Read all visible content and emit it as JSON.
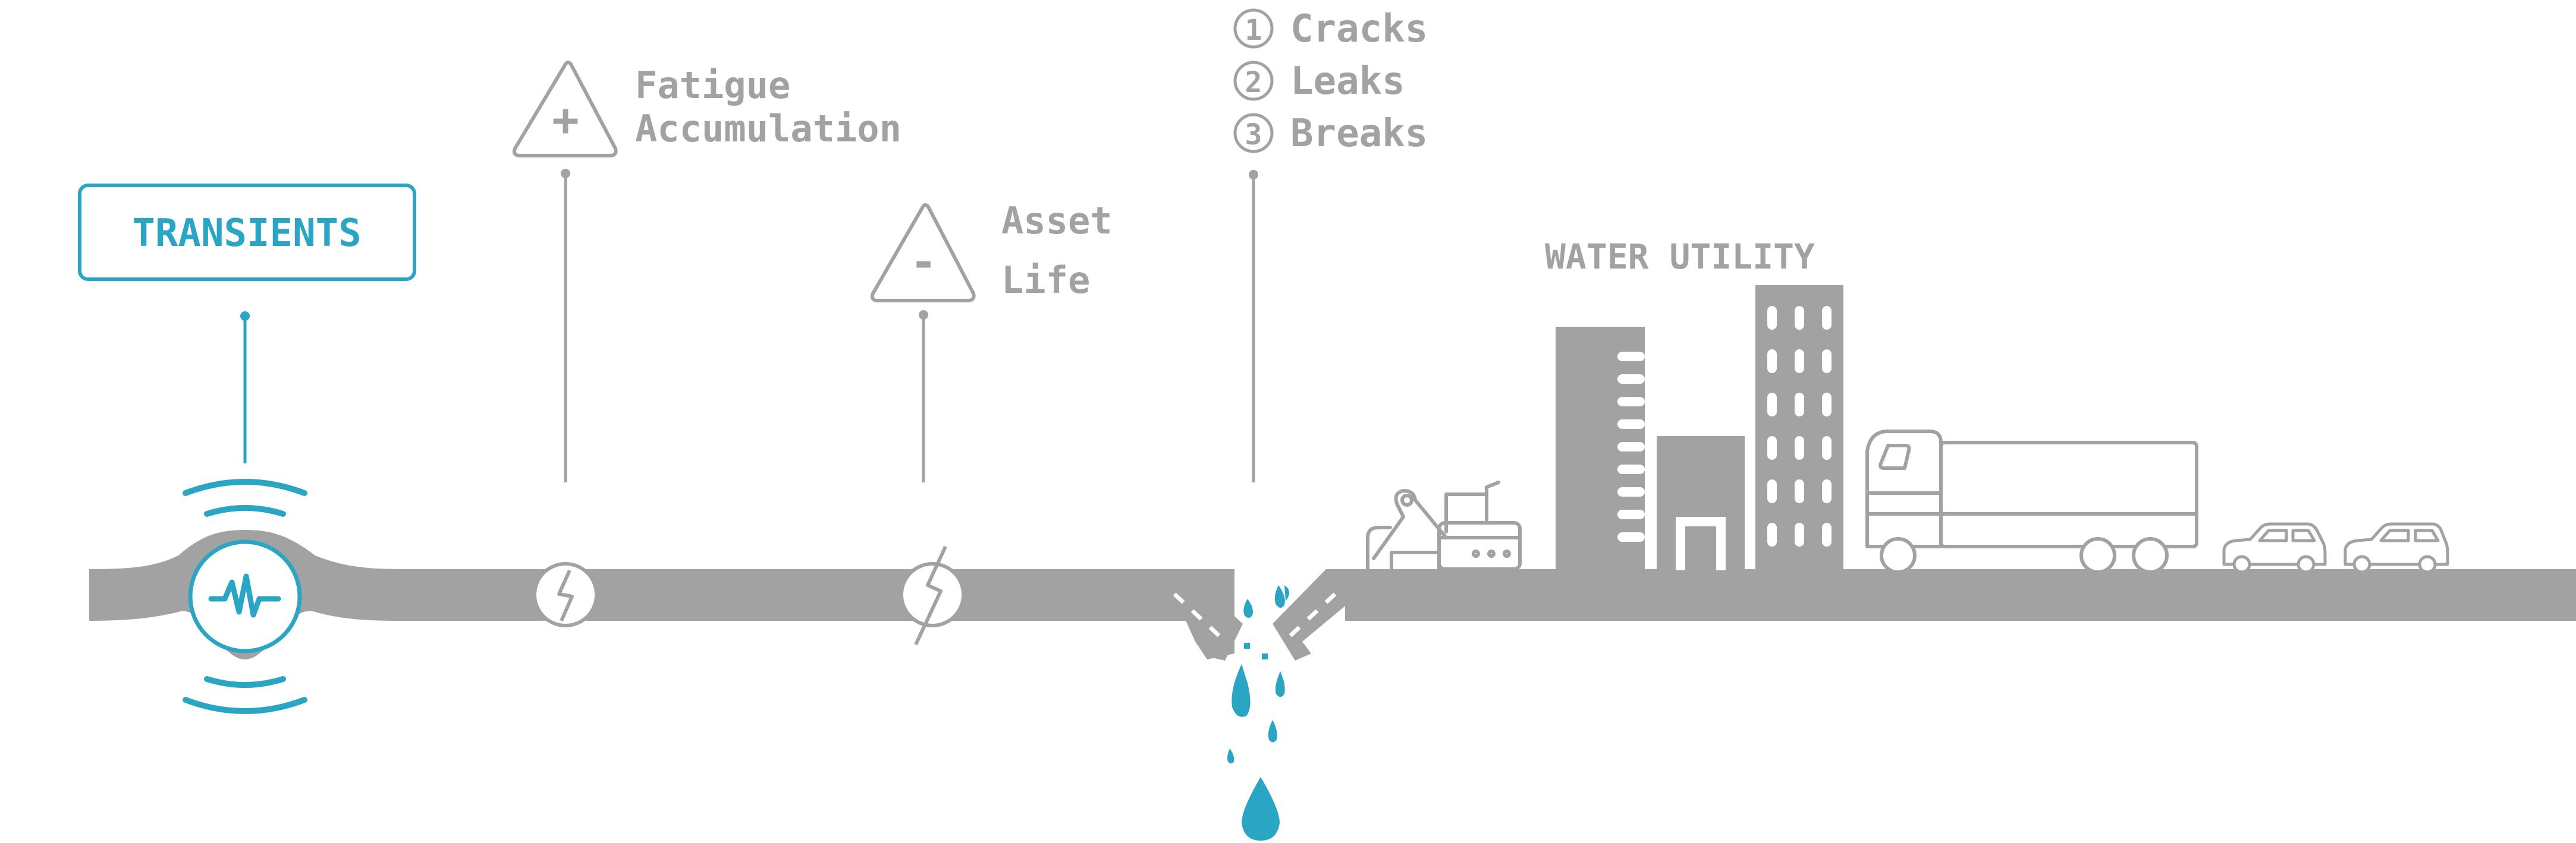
{
  "labels": {
    "transients": "TRANSIENTS",
    "fatigue": "Fatigue",
    "accumulation": "Accumulation",
    "asset": "Asset",
    "life": "Life",
    "outcomes": [
      {
        "num": "1",
        "text": "Cracks"
      },
      {
        "num": "2",
        "text": "Leaks"
      },
      {
        "num": "3",
        "text": "Breaks"
      }
    ],
    "plus_sign": "+",
    "minus_sign": "-",
    "water_utility": "WATER UTILITY"
  },
  "colors": {
    "accent": "#2aa6c4",
    "gray": "#a2a2a2",
    "background": "#ffffff"
  },
  "icons": [
    "wave-sensor-icon",
    "plus-warning-icon",
    "minus-warning-icon",
    "crack-icon",
    "water-drop-icon",
    "excavator-icon",
    "building-icon",
    "truck-icon",
    "car-icon"
  ]
}
